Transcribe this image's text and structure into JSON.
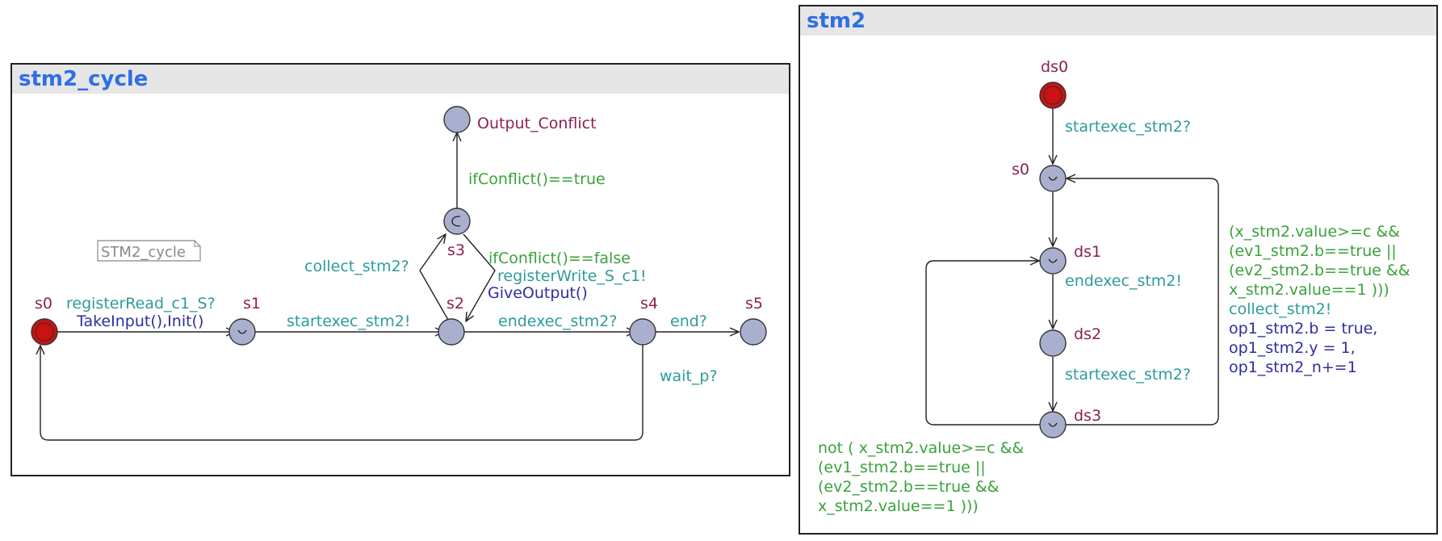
{
  "colors": {
    "title": "#2f6fe4",
    "location_fill": "#a9b0cf",
    "initial_fill": "#cc1111",
    "name_color": "#8b2252",
    "sync_color": "#2e9b9b",
    "guard_color": "#3aa23a",
    "update_color": "#2e2ea0"
  },
  "left": {
    "title": "stm2_cycle",
    "note": "STM2_cycle",
    "locations": {
      "s0": "s0",
      "s1": "s1",
      "s2": "s2",
      "s3": "s3",
      "s4": "s4",
      "s5": "s5",
      "output_conflict": "Output_Conflict"
    },
    "edges": {
      "s0_s1_sync": "registerRead_c1_S?",
      "s0_s1_update": "TakeInput(),Init()",
      "s1_s2_sync": "startexec_stm2!",
      "s2_s3_sync": "collect_stm2?",
      "s3_oc_guard": "ifConflict()==true",
      "s3_s2_guard": "ifConflict()==false",
      "s3_s2_sync": "registerWrite_S_c1!",
      "s3_s2_update": "GiveOutput()",
      "s2_s4_sync": "endexec_stm2?",
      "s4_s5_sync": "end?",
      "s4_s0_sync": "wait_p?"
    }
  },
  "right": {
    "title": "stm2",
    "locations": {
      "ds0": "ds0",
      "s0": "s0",
      "ds1": "ds1",
      "ds2": "ds2",
      "ds3": "ds3"
    },
    "edges": {
      "ds0_s0_sync": "startexec_stm2?",
      "ds1_ds2_sync": "endexec_stm2!",
      "ds2_ds3_sync": "startexec_stm2?",
      "ds3_s0_guard": [
        "(x_stm2.value>=c &&",
        "(ev1_stm2.b==true ||",
        "(ev2_stm2.b==true &&",
        "x_stm2.value==1 )))"
      ],
      "ds3_s0_sync": "collect_stm2!",
      "ds3_s0_update": [
        "op1_stm2.b = true,",
        "op1_stm2.y = 1,",
        "op1_stm2_n+=1"
      ],
      "ds3_ds1_guard": [
        "not ( x_stm2.value>=c &&",
        "(ev1_stm2.b==true ||",
        "(ev2_stm2.b==true &&",
        "x_stm2.value==1 )))"
      ]
    }
  }
}
